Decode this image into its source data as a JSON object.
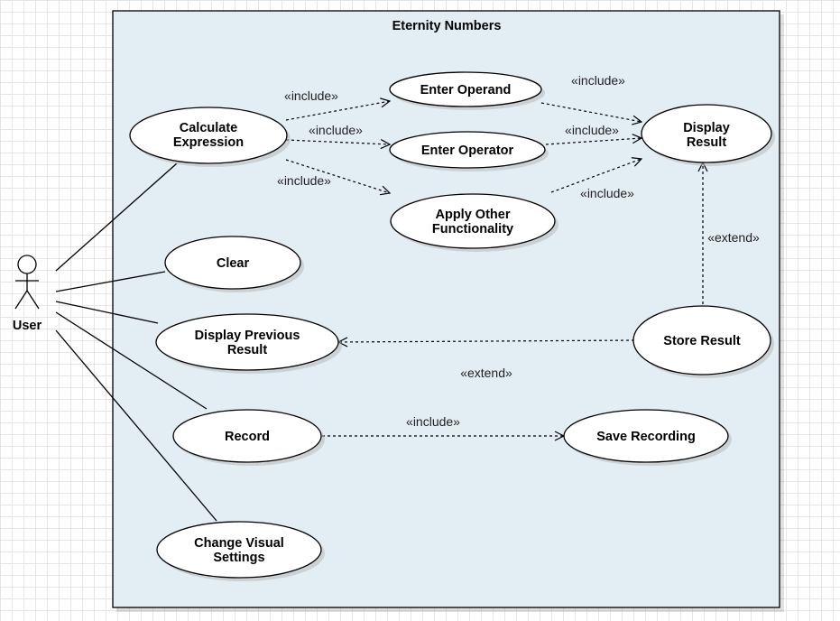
{
  "system": {
    "title": "Eternity Numbers",
    "background_color": "#e3edf4"
  },
  "actor": {
    "label": "User"
  },
  "use_cases": {
    "calculate_expression": [
      "Calculate",
      "Expression"
    ],
    "enter_operand": [
      "Enter Operand"
    ],
    "enter_operator": [
      "Enter Operator"
    ],
    "apply_other": [
      "Apply Other",
      "Functionality"
    ],
    "display_result": [
      "Display",
      "Result"
    ],
    "clear": [
      "Clear"
    ],
    "display_previous": [
      "Display Previous",
      "Result"
    ],
    "store_result": [
      "Store Result"
    ],
    "record": [
      "Record"
    ],
    "save_recording": [
      "Save Recording"
    ],
    "change_visual": [
      "Change Visual",
      "Settings"
    ]
  },
  "relationships": {
    "calc_to_operand": "«include»",
    "calc_to_operator": "«include»",
    "calc_to_apply": "«include»",
    "operand_to_display": "«include»",
    "operator_to_display": "«include»",
    "apply_to_display": "«include»",
    "store_to_display": "«extend»",
    "store_to_previous": "«extend»",
    "record_to_save": "«include»"
  }
}
